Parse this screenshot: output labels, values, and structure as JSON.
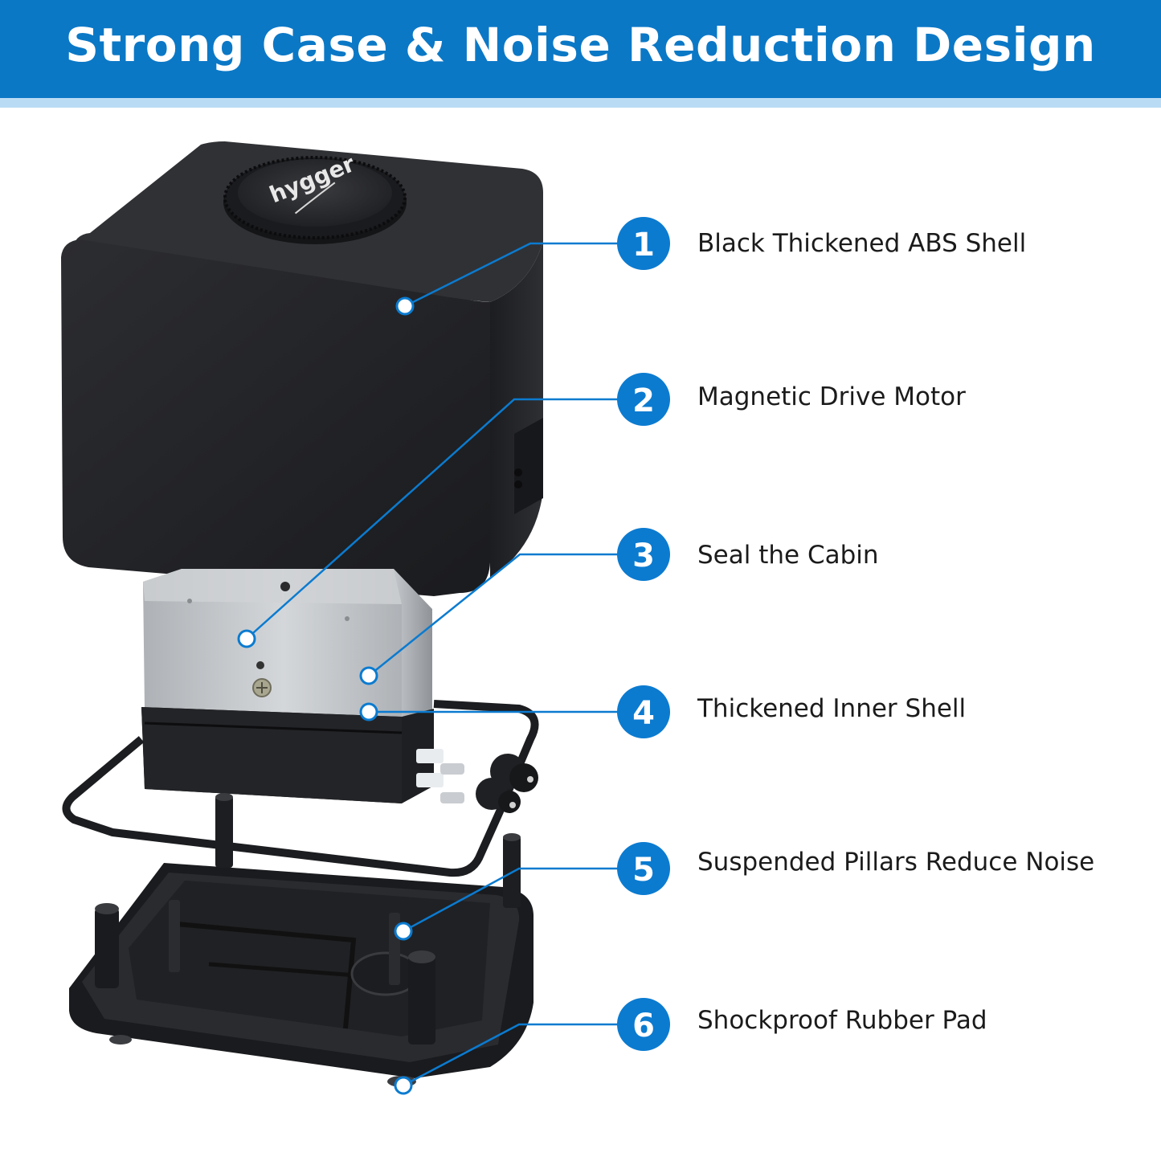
{
  "header": {
    "title": "Strong Case & Noise Reduction Design"
  },
  "colors": {
    "header_bg": "#0b78c6",
    "header_stripe": "#b9dcf4",
    "accent_blue": "#0b7bd0",
    "shell_black": "#26272b",
    "motor_silver": "#bfc3c7",
    "label_text": "#1b1b1b"
  },
  "product": {
    "brand_logo_text": "hygger"
  },
  "callouts": [
    {
      "number": "1",
      "label": "Black Thickened ABS Shell"
    },
    {
      "number": "2",
      "label": "Magnetic Drive Motor"
    },
    {
      "number": "3",
      "label": "Seal the Cabin"
    },
    {
      "number": "4",
      "label": "Thickened Inner Shell"
    },
    {
      "number": "5",
      "label": "Suspended Pillars Reduce Noise"
    },
    {
      "number": "6",
      "label": "Shockproof Rubber Pad"
    }
  ]
}
